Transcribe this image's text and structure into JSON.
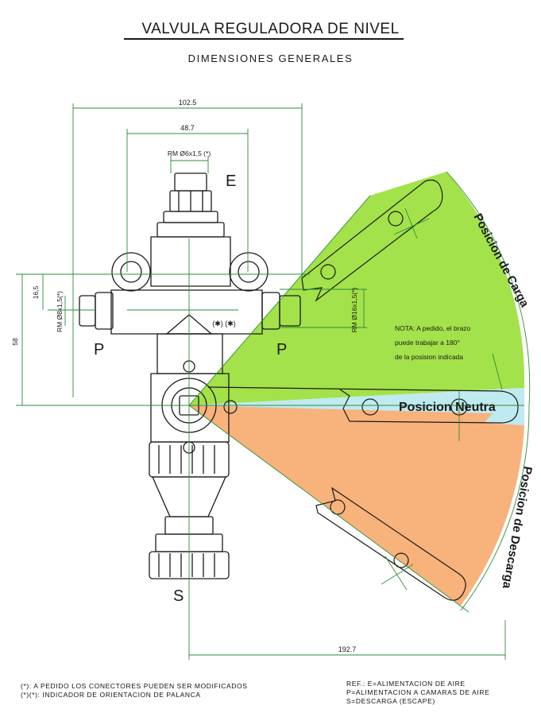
{
  "title": "VALVULA REGULADORA DE NIVEL",
  "subtitle": "DIMENSIONES GENERALES",
  "colors": {
    "carga": "#a3e24a",
    "neutra": "#bfeaf0",
    "descarga": "#f8b27c",
    "line": "#1a1a1a",
    "dim": "#2e8b3a"
  },
  "dimensions": {
    "overall_width": "102.5",
    "inner_width": "48.7",
    "top_thread": "RM Ø6x1,5 (*)",
    "height_58": "58",
    "height_16_5": "16,5",
    "left_thread": "RM Ø8x1,5(*)",
    "right_thread": "RM Ø16x1,5(*)",
    "arc_width": "192.7"
  },
  "ports": {
    "e": "E",
    "p_left": "P",
    "p_right": "P",
    "s": "S"
  },
  "indicator": "(✱) (✱)",
  "positions": {
    "carga": "Posicion de Carga",
    "neutra": "Posicion Neutra",
    "descarga": "Posicion de Descarga"
  },
  "nota": {
    "line1": "NOTA: A pedido, el brazo",
    "line2": "puede trabajar a 180°",
    "line3": "de la posision indicada"
  },
  "footnotes": {
    "left1": "(*): A PEDIDO LOS CONECTORES PUEDEN SER MODIFICADOS",
    "left2": "(*)(*): INDICADOR DE ORIENTACION DE PALANCA",
    "right1": "REF.: E=ALIMENTACION DE AIRE",
    "right2": "P=ALIMENTACION A CAMARAS DE AIRE",
    "right3": "S=DESCARGA (ESCAPE)"
  }
}
